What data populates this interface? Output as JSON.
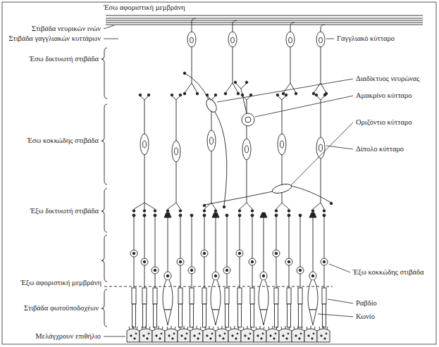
{
  "diagram": {
    "labels": [
      "Έσω αφοριστική μεμβράνη",
      "Στιβάδα νευρικών ινών",
      "Στιβάδα γαγγλιακών κυττάρων",
      "Έσω δικτυωτή στιβάδα",
      "Έσω κοκκώδης στιβάδα",
      "Έξω δικτυωτή στιβάδα",
      "Έξω αφοριστική μεμβράνη",
      "Στιβάδα φωτοϋποδοχέων",
      "Μελάγχρουν επιθήλιο",
      "Γαγγλιακό κύτταρο",
      "Διαδίκτυος νευρώνας",
      "Αμακρίνο κύτταρο",
      "Οριζόντιο κύτταρο",
      "Δίπολο κύτταρο",
      "Έξω κοκκώδης στιβάδα",
      "Ραβδίο",
      "Κωνίο"
    ]
  }
}
